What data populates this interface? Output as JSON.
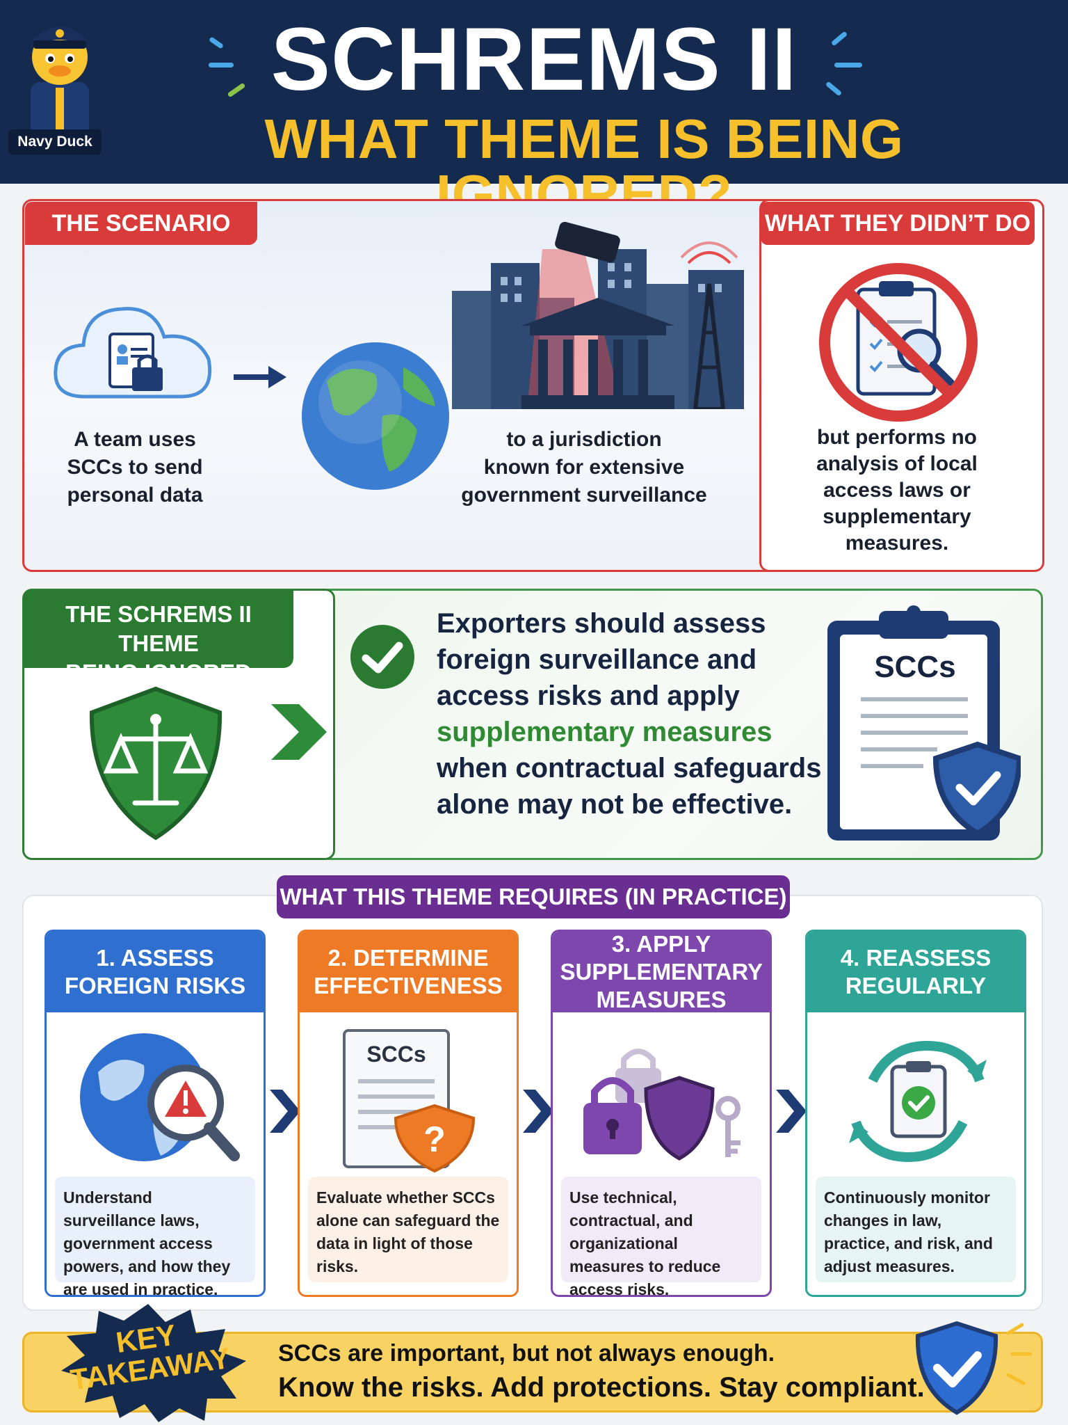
{
  "header": {
    "title": "SCHREMS II",
    "subtitle": "WHAT THEME IS BEING IGNORED?",
    "brand": "Navy Duck"
  },
  "scenario": {
    "tab": "THE SCENARIO",
    "step1": [
      "A team uses",
      "SCCs to send",
      "personal data"
    ],
    "step2": [
      "to a jurisdiction",
      "known for extensive",
      "government surveillance"
    ]
  },
  "didnt": {
    "tab": "WHAT THEY DIDN’T DO",
    "text": [
      "but performs no",
      "analysis of local",
      "access laws or",
      "supplementary",
      "measures."
    ]
  },
  "theme": {
    "tab": [
      "THE SCHREMS II THEME",
      "BEING IGNORED"
    ],
    "line1": "Exporters should assess",
    "line2": "foreign surveillance and",
    "line3": "access risks and apply",
    "highlight": "supplementary measures",
    "line5": "when contractual safeguards",
    "line6": "alone may not be effective.",
    "clipboard_label": "SCCs"
  },
  "requirements": {
    "tab": "WHAT THIS THEME REQUIRES (IN PRACTICE)",
    "cards": [
      {
        "title": "1. ASSESS FOREIGN RISKS",
        "text": "Understand surveillance laws, government access powers, and how they are used in practice.",
        "color": "#2f6fcf",
        "body_bg": "#e8f0fb"
      },
      {
        "title": "2. DETERMINE EFFECTIVENESS",
        "text": "Evaluate whether SCCs alone can safeguard the data in light of those risks.",
        "color": "#ee7a26",
        "body_bg": "#fdf0e6",
        "doc_label": "SCCs"
      },
      {
        "title": "3. APPLY SUPPLEMENTARY MEASURES",
        "text": "Use technical, contractual, and organizational measures to reduce access risks.",
        "color": "#7e47ad",
        "body_bg": "#f1eaf8"
      },
      {
        "title": "4. REASSESS REGULARLY",
        "text": "Continuously monitor changes in law, practice, and risk, and adjust measures.",
        "color": "#2ea597",
        "body_bg": "#e6f4f2"
      }
    ]
  },
  "takeaway": {
    "badge": [
      "KEY",
      "TAKEAWAY"
    ],
    "line1": "SCCs are important, but not always enough.",
    "line2": "Know the risks. Add protections. Stay compliant."
  }
}
